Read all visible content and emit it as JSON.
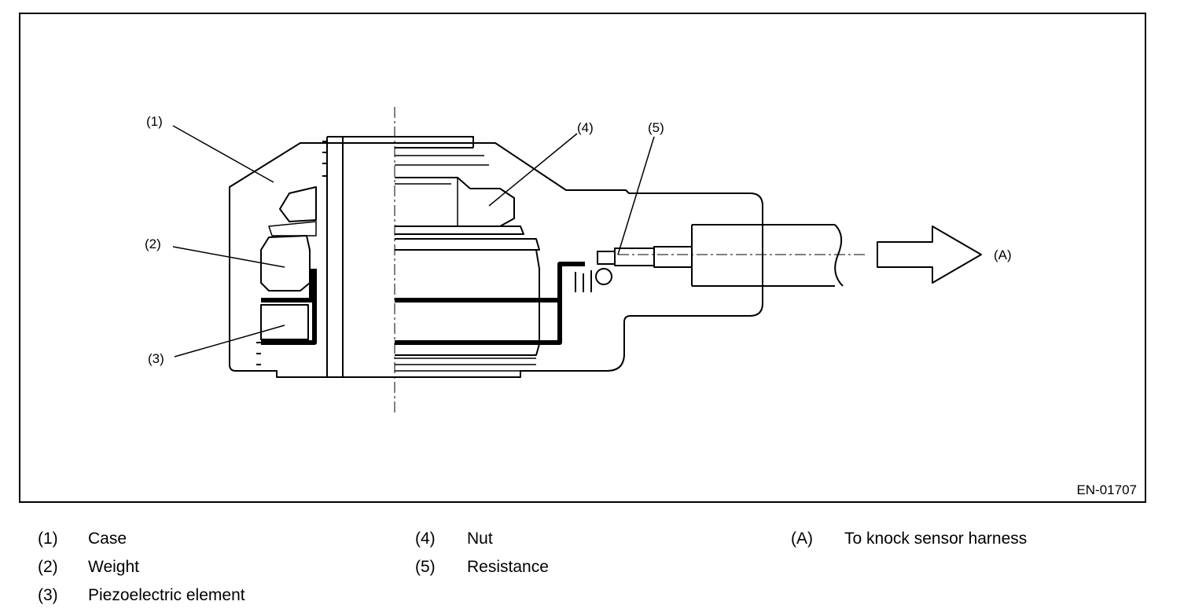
{
  "figure": {
    "id_label": "EN-01707",
    "callouts": {
      "c1": "(1)",
      "c2": "(2)",
      "c3": "(3)",
      "c4": "(4)",
      "c5": "(5)",
      "cA": "(A)"
    }
  },
  "legend": {
    "columns": [
      [
        {
          "key": "(1)",
          "text": "Case"
        },
        {
          "key": "(2)",
          "text": "Weight"
        },
        {
          "key": "(3)",
          "text": "Piezoelectric element"
        }
      ],
      [
        {
          "key": "(4)",
          "text": "Nut"
        },
        {
          "key": "(5)",
          "text": "Resistance"
        }
      ],
      [
        {
          "key": "(A)",
          "text": "To knock sensor harness"
        }
      ]
    ]
  }
}
